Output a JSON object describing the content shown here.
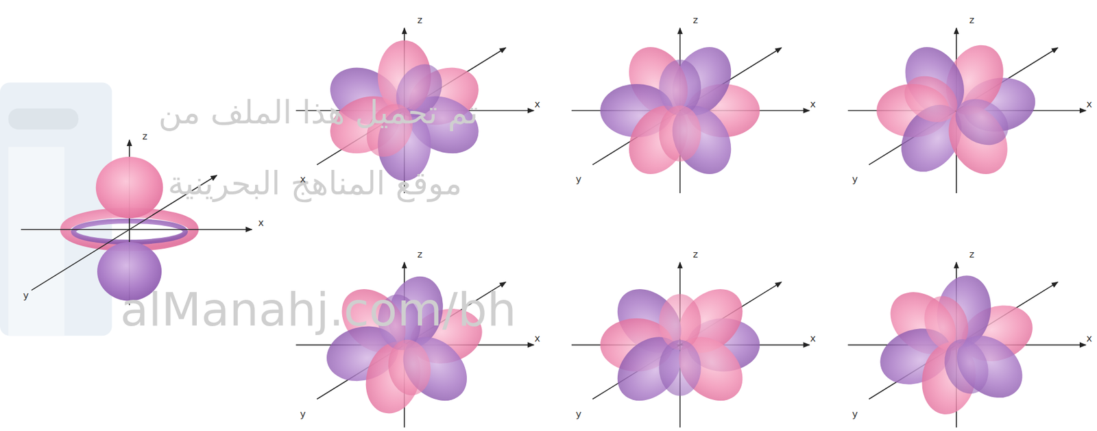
{
  "diagram": {
    "labels": [
      "تم تحميل هذا الملف من",
      "موقع المناهج البحرينية",
      "alManahj.com/bh",
      "z",
      "x",
      "y",
      "z",
      "x",
      "x",
      "z",
      "x",
      "y",
      "z",
      "x",
      "y",
      "z",
      "x",
      "y",
      "z",
      "x",
      "y",
      "z",
      "x",
      "y"
    ]
  }
}
